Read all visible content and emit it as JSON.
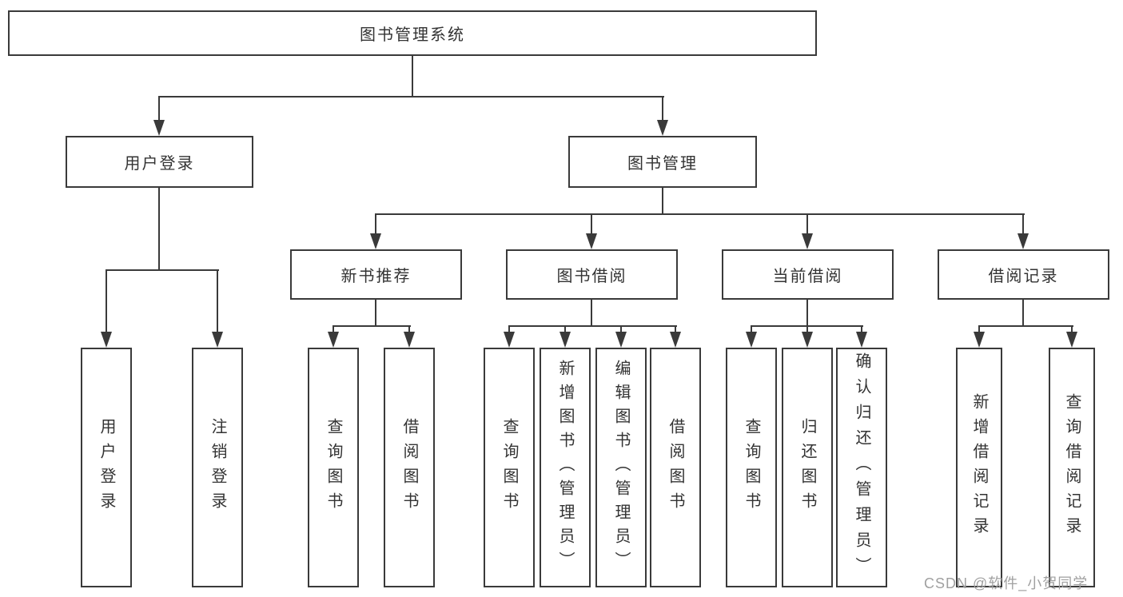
{
  "diagram": {
    "root": "图书管理系统",
    "branches": [
      {
        "label": "用户登录",
        "children": [
          "用户登录",
          "注销登录"
        ]
      },
      {
        "label": "图书管理",
        "children": [
          {
            "label": "新书推荐",
            "children": [
              "查询图书",
              "借阅图书"
            ]
          },
          {
            "label": "图书借阅",
            "children": [
              "查询图书",
              "新增图书（管理员）",
              "编辑图书（管理员）",
              "借阅图书"
            ]
          },
          {
            "label": "当前借阅",
            "children": [
              "查询图书",
              "归还图书",
              "确认归还（管理员）"
            ]
          },
          {
            "label": "借阅记录",
            "children": [
              "新增借阅记录",
              "查询借阅记录"
            ]
          }
        ]
      }
    ]
  },
  "watermark": "CSDN @软件_小贺同学",
  "colors": {
    "line": "#3a3a3a",
    "box_border": "#3a3a3a",
    "text": "#333333",
    "watermark": "#a0a0a0",
    "background": "#ffffff"
  }
}
